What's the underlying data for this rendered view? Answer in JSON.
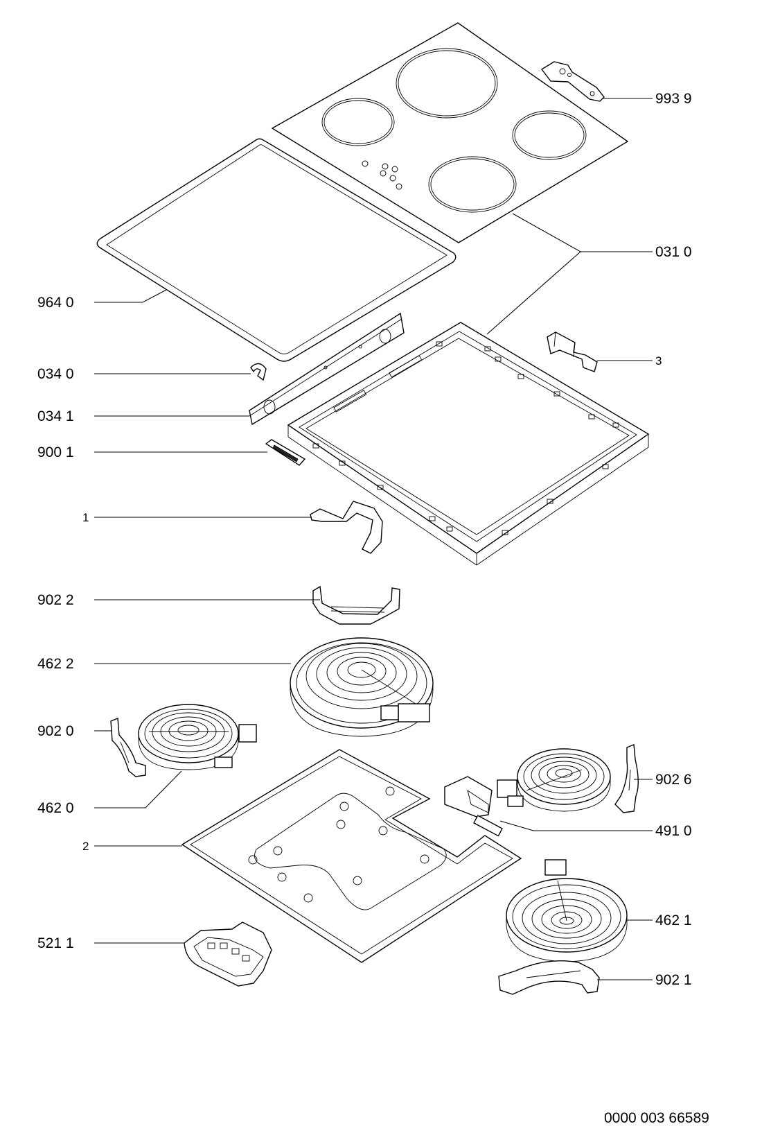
{
  "callouts": [
    {
      "id": "glass-top",
      "text": "993 9"
    },
    {
      "id": "frame-031",
      "text": "031 0"
    },
    {
      "id": "gasket",
      "text": "964 0"
    },
    {
      "id": "bracket-3",
      "text": "3"
    },
    {
      "id": "clip-0340",
      "text": "034 0"
    },
    {
      "id": "rail-0341",
      "text": "034 1"
    },
    {
      "id": "terminal-9001",
      "text": "900 1"
    },
    {
      "id": "cable-1",
      "text": "1"
    },
    {
      "id": "bracket-9022",
      "text": "902 2"
    },
    {
      "id": "heater-4622",
      "text": "462 2"
    },
    {
      "id": "bracket-9020",
      "text": "902 0"
    },
    {
      "id": "heater-4620",
      "text": "462 0"
    },
    {
      "id": "bracket-9026",
      "text": "902 6"
    },
    {
      "id": "part-4910",
      "text": "491 0"
    },
    {
      "id": "base-2",
      "text": "2"
    },
    {
      "id": "heater-4621",
      "text": "462 1"
    },
    {
      "id": "module-5211",
      "text": "521 1"
    },
    {
      "id": "bracket-9021",
      "text": "902 1"
    }
  ],
  "document_number": "0000 003 66589"
}
